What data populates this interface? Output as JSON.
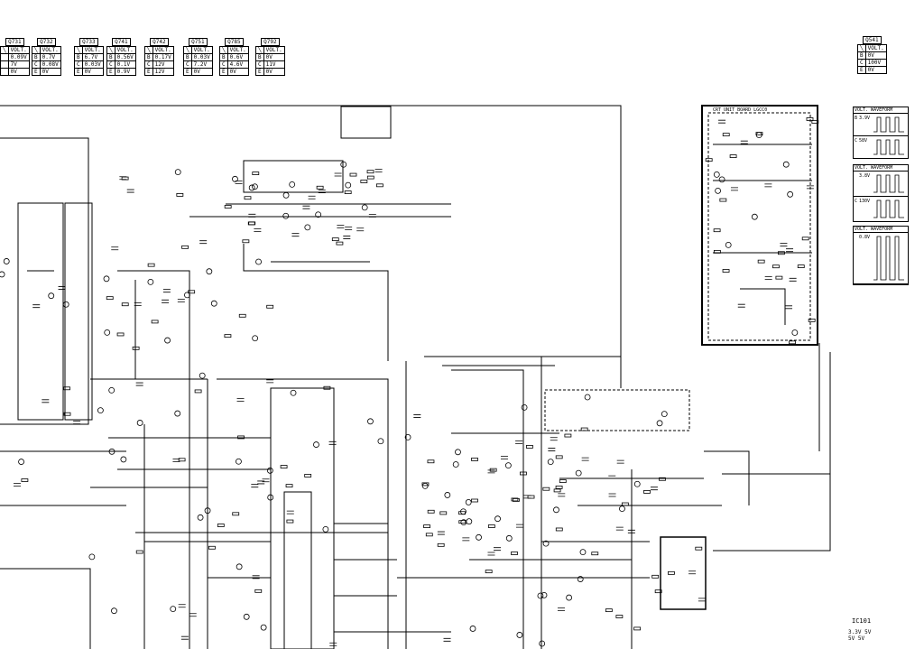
{
  "transistor_tables": [
    {
      "ref": "Q731",
      "head": "VOLT.",
      "rows": [
        [
          "",
          "0.09V"
        ],
        [
          "",
          "7V"
        ],
        [
          "",
          "0V"
        ]
      ]
    },
    {
      "ref": "Q732",
      "head": "VOLT.",
      "rows": [
        [
          "B",
          "0.7V"
        ],
        [
          "C",
          "0.08V"
        ],
        [
          "E",
          "0V"
        ]
      ]
    },
    {
      "ref": "Q733",
      "head": "VOLT.",
      "rows": [
        [
          "B",
          "6.7V"
        ],
        [
          "C",
          "0.03V"
        ],
        [
          "E",
          "0V"
        ]
      ]
    },
    {
      "ref": "Q741",
      "head": "VOLT.",
      "rows": [
        [
          "B",
          "0.56V"
        ],
        [
          "C",
          "0.1V"
        ],
        [
          "E",
          "0.9V"
        ]
      ]
    },
    {
      "ref": "Q742",
      "head": "VOLT.",
      "rows": [
        [
          "B",
          "0.17V"
        ],
        [
          "C",
          "12V"
        ],
        [
          "E",
          "12V"
        ]
      ]
    },
    {
      "ref": "Q751",
      "head": "VOLT.",
      "rows": [
        [
          "B",
          "0.03V"
        ],
        [
          "C",
          "7.2V"
        ],
        [
          "E",
          "0V"
        ]
      ]
    },
    {
      "ref": "Q785",
      "head": "VOLT.",
      "rows": [
        [
          "B",
          "0.6V"
        ],
        [
          "C",
          "4.6V"
        ],
        [
          "E",
          "0V"
        ]
      ]
    },
    {
      "ref": "Q792",
      "head": "VOLT.",
      "rows": [
        [
          "B",
          "0V"
        ],
        [
          "C",
          "11V"
        ],
        [
          "E",
          "0V"
        ]
      ]
    },
    {
      "ref": "Q541",
      "head": "VOLT.",
      "rows": [
        [
          "B",
          "0V"
        ],
        [
          "C",
          "100V"
        ],
        [
          "E",
          "0V"
        ]
      ]
    }
  ],
  "waveform_panels": [
    {
      "head": "VOLT. WAVEFORM",
      "rows": [
        [
          "B",
          "3.9V"
        ],
        [
          "C",
          "58V"
        ]
      ]
    },
    {
      "head": "VOLT. WAVEFORM",
      "rows": [
        [
          "",
          "3.8V"
        ],
        [
          "C",
          "130V"
        ]
      ]
    },
    {
      "head": "VOLT. WAVEFORM",
      "rows": [
        [
          "",
          "0.8V"
        ]
      ]
    }
  ],
  "labels": {
    "crt_unit": "CRT UNIT BOARD LGCC0",
    "ic_power": "IC101",
    "ic_power_pins": [
      "3.3V",
      "5V",
      "5V",
      "5V"
    ]
  },
  "colors": {
    "ink": "#000000",
    "paper": "#ffffff"
  }
}
